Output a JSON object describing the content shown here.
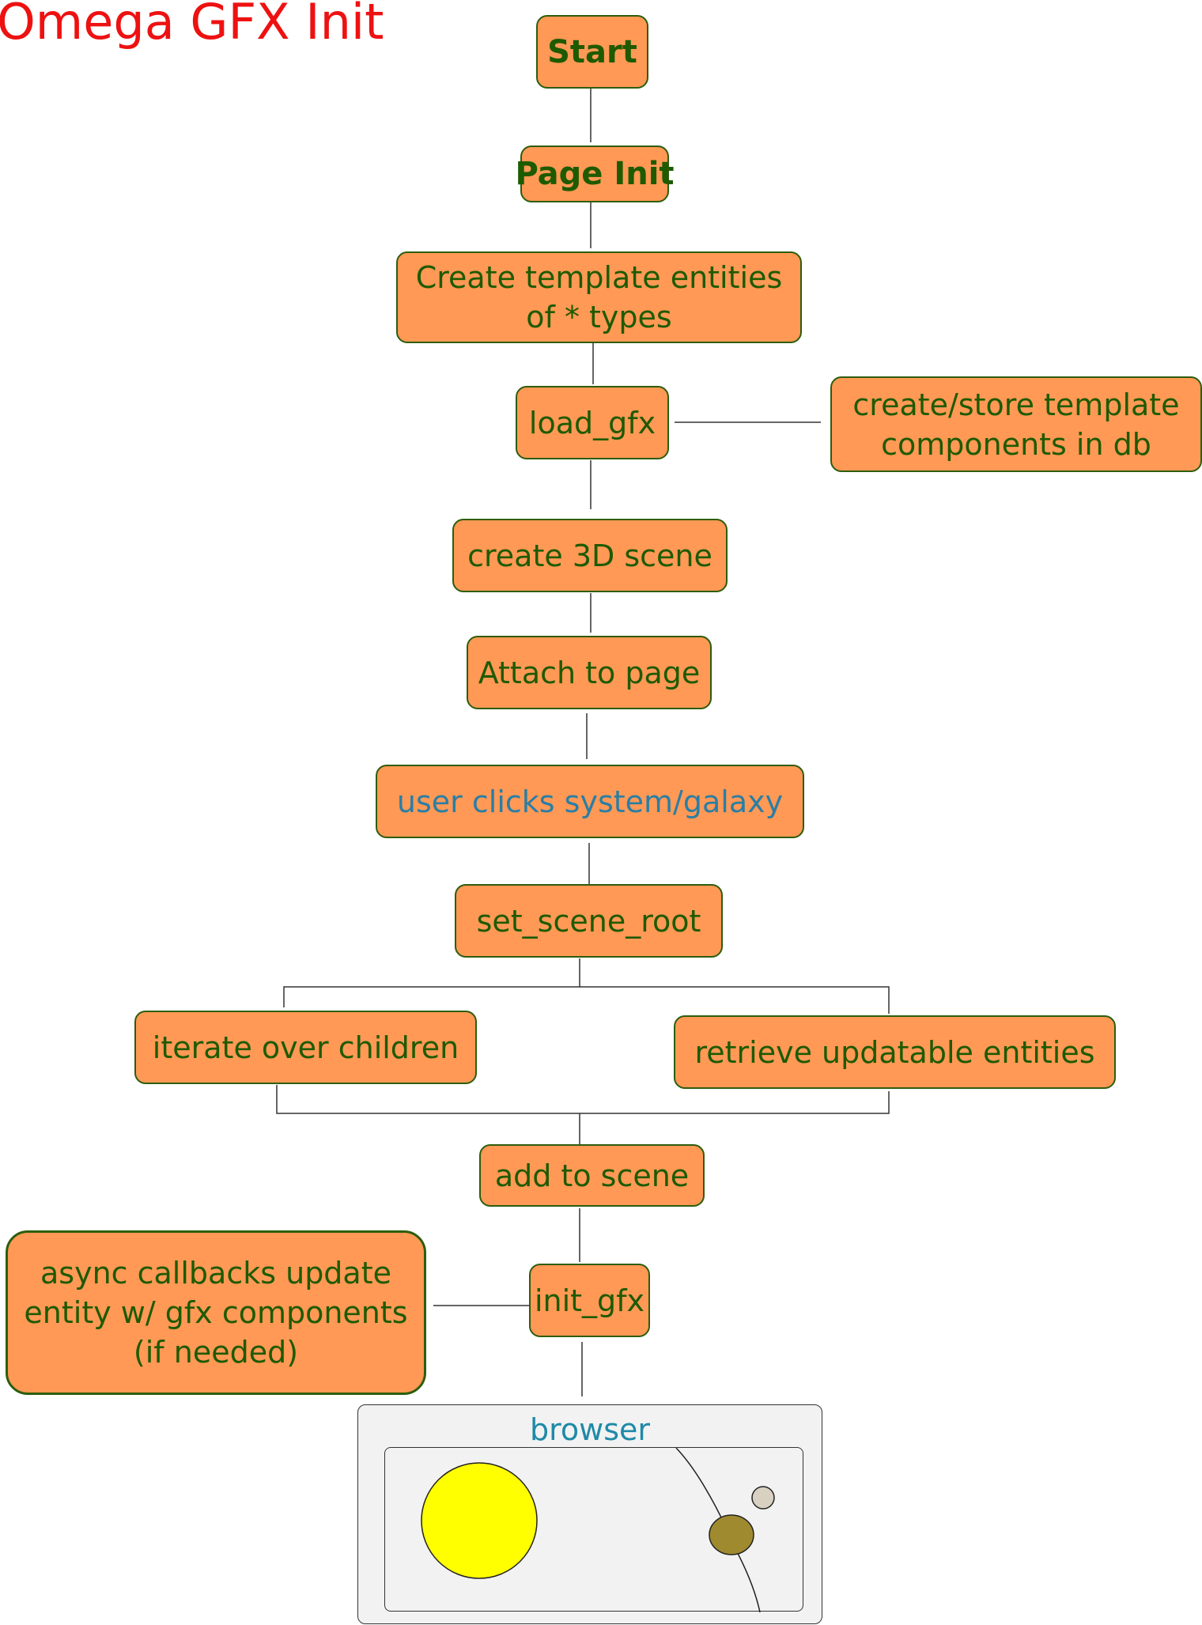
{
  "title": "Omega GFX Init",
  "nodes": {
    "start": "Start",
    "page_init": "Page Init",
    "create_template": "Create template entities\nof * types",
    "load_gfx": "load_gfx",
    "create_store": "create/store template\ncomponents in db",
    "create_scene": "create 3D scene",
    "attach": "Attach to page",
    "user_clicks": "user clicks system/galaxy",
    "set_scene_root": "set_scene_root",
    "iterate": "iterate over children",
    "retrieve": "retrieve updatable entities",
    "add_to_scene": "add to scene",
    "init_gfx": "init_gfx",
    "async": "async callbacks update\nentity w/ gfx components\n(if needed)"
  },
  "browser": {
    "label": "browser"
  },
  "colors": {
    "title": "#ee1111",
    "node_fill": "#ff9955",
    "node_border": "#2d5d0d",
    "node_text": "#1e5a00",
    "event_text": "#2a7ea5",
    "sun": "#ffff00",
    "planet": "#a08a30",
    "moon": "#d8d0c0"
  }
}
